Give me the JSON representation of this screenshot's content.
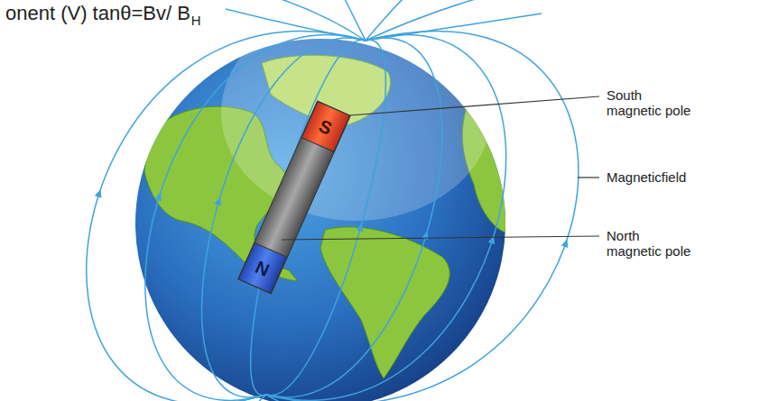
{
  "diagram": {
    "nodes": [
      {
        "text": [
          "S"
        ]
      },
      {
        "text": [
          "N"
        ]
      }
    ],
    "labels": [
      "onent (V) tanθ=Bv/ B",
      "H",
      "South magnetic pole",
      "Magneticfield",
      "North magnetic pole"
    ]
  }
}
